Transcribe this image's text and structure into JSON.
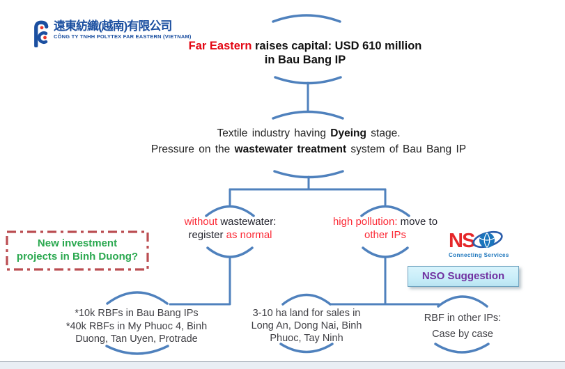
{
  "company": {
    "name_cn": "遠東紡織(越南)有限公司",
    "name_vn": "CÔNG TY TNHH POLYTEX FAR EASTERN (VIETNAM)"
  },
  "flow": {
    "title": {
      "highlight": "Far Eastern",
      "rest": " raises capital: USD 610 million",
      "line2": "in Bau Bang IP"
    },
    "context": {
      "l1_pre": "Textile industry having ",
      "l1_highlight": "Dyeing",
      "l1_post": " stage.",
      "l2_pre": "Pressure on the ",
      "l2_bold": "wastewater treatment",
      "l2_post": " system of Bau Bang IP"
    },
    "branch_left": {
      "red1": "without",
      "dark1": " wastewater:",
      "dark2": "register ",
      "red2": "as normal"
    },
    "branch_right": {
      "red1": "high pollution:",
      "dark1": "  move to",
      "red2": "other IPs"
    },
    "outcome_left": {
      "l1": "*10k RBFs in Bau Bang IPs",
      "l2": "*40k RBFs in My Phuoc 4, Binh",
      "l3": "Duong, Tan Uyen, Protrade"
    },
    "outcome_middle": {
      "l1": "3-10 ha land for sales in",
      "l2": "Long An, Dong Nai, Binh",
      "l3": "Phuoc, Tay Ninh"
    },
    "outcome_right": {
      "l1": "RBF in other IPs:",
      "l2": "Case by case"
    }
  },
  "note": {
    "l1": "New investment",
    "l2": "projects in Binh Duong?"
  },
  "nso": {
    "wordmark": "NS",
    "tagline": "Connecting Services",
    "suggestion_label": "NSO Suggestion"
  },
  "colors": {
    "connector_blue": "#4f81bd",
    "accent_red": "#e30613",
    "branch_red": "#fb2a36",
    "note_green": "#2aa84f",
    "note_border_red": "#bb4d52",
    "logo_blue": "#1b4fa0",
    "nso_red": "#e52629",
    "nso_blue": "#1b75bc",
    "suggestion_purple": "#7030a0",
    "suggestion_bg": "#c9eef9"
  }
}
